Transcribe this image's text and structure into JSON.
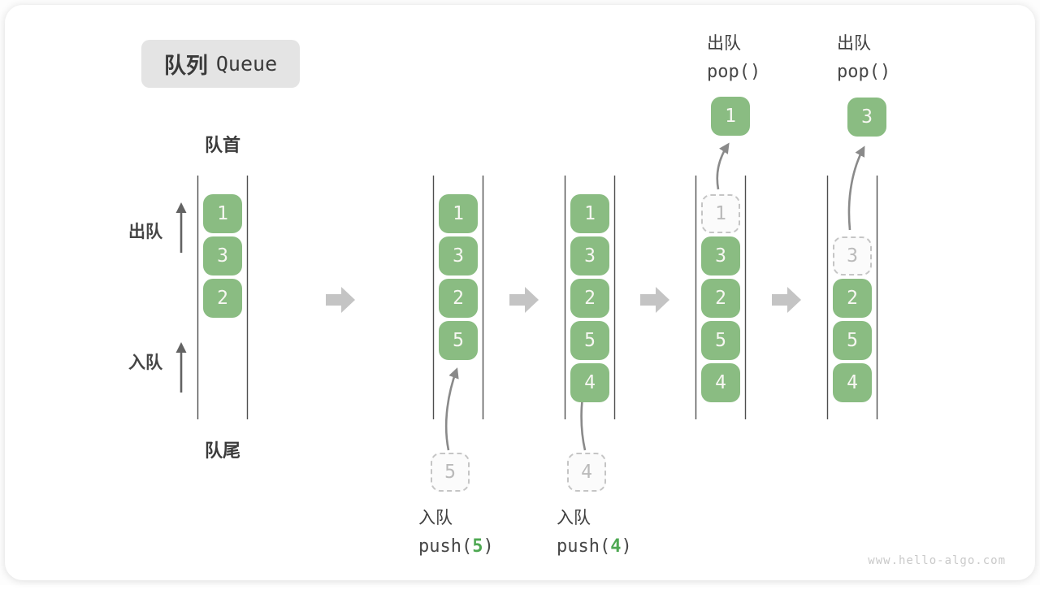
{
  "title": {
    "zh": "队列",
    "en": "Queue"
  },
  "front_label": "队首",
  "rear_label": "队尾",
  "side": {
    "dequeue": "出队",
    "enqueue": "入队"
  },
  "pops": [
    {
      "zh": "出队",
      "code": "pop()",
      "value": "1"
    },
    {
      "zh": "出队",
      "code": "pop()",
      "value": "3"
    }
  ],
  "pushes": [
    {
      "zh": "入队",
      "code_pre": "push(",
      "value": "5",
      "code_post": ")"
    },
    {
      "zh": "入队",
      "code_pre": "push(",
      "value": "4",
      "code_post": ")"
    }
  ],
  "queues": [
    {
      "cells": [
        "1",
        "3",
        "2"
      ]
    },
    {
      "cells": [
        "1",
        "3",
        "2",
        "5"
      ],
      "incoming": "5"
    },
    {
      "cells": [
        "1",
        "3",
        "2",
        "5",
        "4"
      ],
      "incoming": "4"
    },
    {
      "cells": [
        "1",
        "3",
        "2",
        "5",
        "4"
      ],
      "popped": "1"
    },
    {
      "cells": [
        "3",
        "2",
        "5",
        "4"
      ],
      "popped": "3"
    }
  ],
  "watermark": "www.hello-algo.com",
  "colors": {
    "cell_green": "#8abc82",
    "code_green": "#4ea852",
    "block_arrow_gray": "#c4c4c4",
    "title_bg": "#e4e4e4"
  }
}
